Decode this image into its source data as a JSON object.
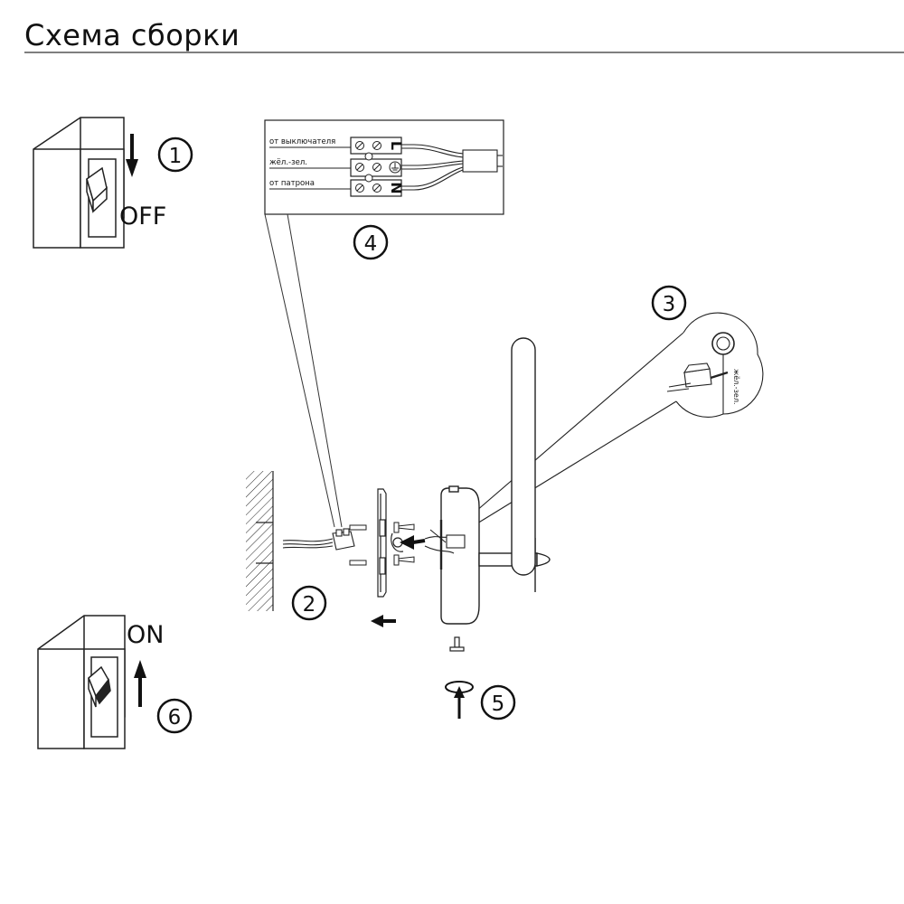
{
  "title": "Схема сборки",
  "steps": {
    "s1": {
      "number": "1",
      "label": "OFF"
    },
    "s2": {
      "number": "2"
    },
    "s3": {
      "number": "3",
      "wire_label": "жёл.-зел."
    },
    "s4": {
      "number": "4"
    },
    "s5": {
      "number": "5"
    },
    "s6": {
      "number": "6",
      "label": "ON"
    }
  },
  "terminal_block": {
    "rows": [
      {
        "label": "от выключателя",
        "letter": "L"
      },
      {
        "label": "жёл.-зел.",
        "letter": ""
      },
      {
        "label": "от патрона",
        "letter": "N"
      }
    ]
  }
}
